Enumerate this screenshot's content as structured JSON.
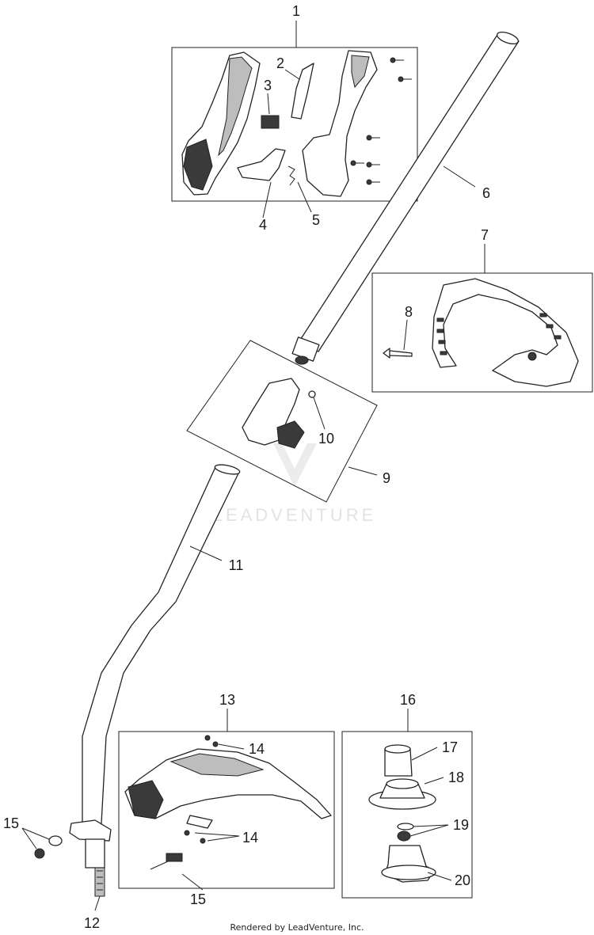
{
  "callouts": {
    "c1": "1",
    "c2": "2",
    "c3": "3",
    "c4": "4",
    "c5": "5",
    "c6": "6",
    "c7": "7",
    "c8": "8",
    "c9": "9",
    "c10": "10",
    "c11": "11",
    "c12": "12",
    "c13": "13",
    "c14a": "14",
    "c14b": "14",
    "c15a": "15",
    "c15b": "15",
    "c16": "16",
    "c17": "17",
    "c18": "18",
    "c19": "19",
    "c20": "20"
  },
  "watermark": "LEADVENTURE",
  "footer": "Rendered by LeadVenture, Inc."
}
